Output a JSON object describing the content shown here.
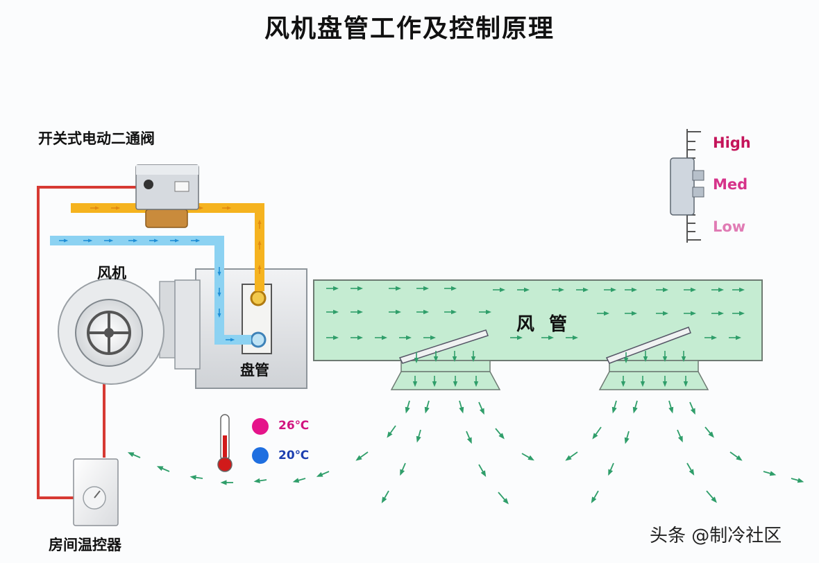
{
  "diagram": {
    "title": "风机盘管工作及控制原理",
    "valve_label": "开关式电动二通阀",
    "fan_label": "风机",
    "coil_label": "盘管",
    "duct_label": "风 管",
    "thermostat_label": "房间温控器",
    "speeds": {
      "high": "High",
      "med": "Med",
      "low": "Low"
    },
    "temps": {
      "warm": "26℃",
      "cool": "20℃"
    },
    "watermark": "头条 @制冷社区"
  },
  "colors": {
    "hot_pipe": "#f5b31f",
    "cold_pipe": "#8cd2f2",
    "control_wire": "#d73a33",
    "duct_fill": "#c5ecd2",
    "airflow_arrow": "#2f9e6a",
    "warm_dot": "#e5148a",
    "cool_dot": "#1f6fe0"
  }
}
